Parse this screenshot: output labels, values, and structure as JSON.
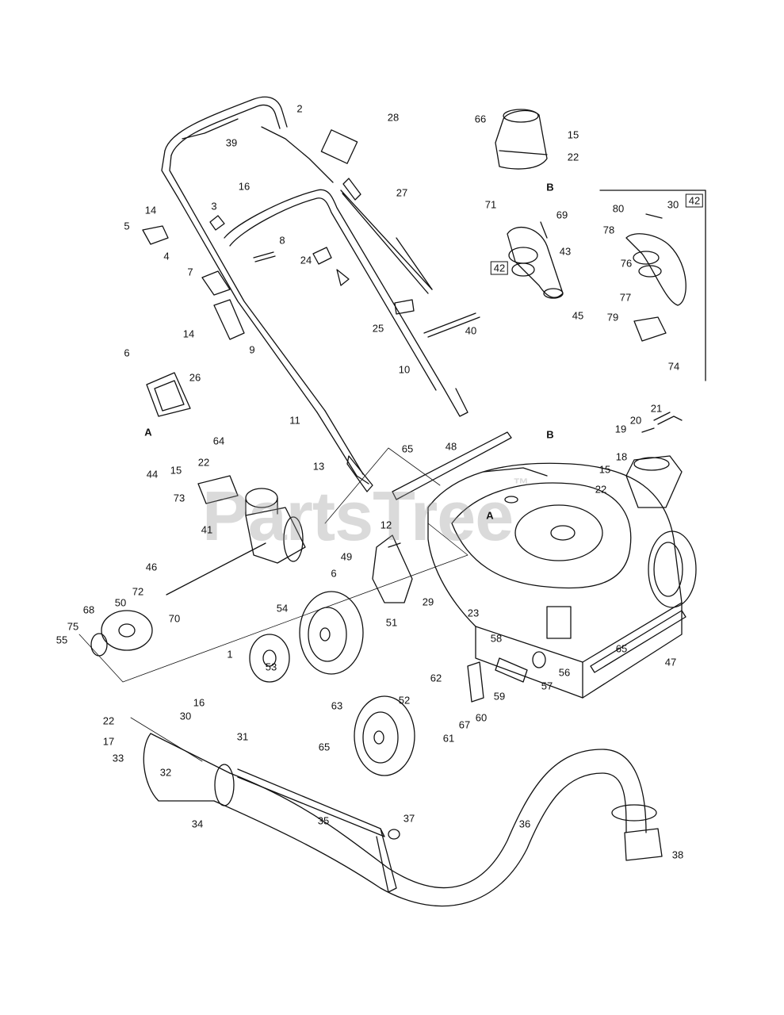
{
  "watermark": {
    "text": "PartsTree",
    "mark": "™"
  },
  "callouts": [
    {
      "id": "n2",
      "text": "2"
    },
    {
      "id": "n39",
      "text": "39"
    },
    {
      "id": "n28",
      "text": "28"
    },
    {
      "id": "n66",
      "text": "66"
    },
    {
      "id": "n15a",
      "text": "15"
    },
    {
      "id": "n22a",
      "text": "22"
    },
    {
      "id": "nBtop",
      "text": "B"
    },
    {
      "id": "n16a",
      "text": "16"
    },
    {
      "id": "n27",
      "text": "27"
    },
    {
      "id": "n71",
      "text": "71"
    },
    {
      "id": "n69",
      "text": "69"
    },
    {
      "id": "n30a",
      "text": "30"
    },
    {
      "id": "n42b",
      "text": "42"
    },
    {
      "id": "n80",
      "text": "80"
    },
    {
      "id": "n14a",
      "text": "14"
    },
    {
      "id": "n3",
      "text": "3"
    },
    {
      "id": "n5",
      "text": "5"
    },
    {
      "id": "n4",
      "text": "4"
    },
    {
      "id": "n8",
      "text": "8"
    },
    {
      "id": "n24",
      "text": "24"
    },
    {
      "id": "n43",
      "text": "43"
    },
    {
      "id": "n78",
      "text": "78"
    },
    {
      "id": "n76",
      "text": "76"
    },
    {
      "id": "n42a",
      "text": "42"
    },
    {
      "id": "n7",
      "text": "7"
    },
    {
      "id": "n77",
      "text": "77"
    },
    {
      "id": "n45",
      "text": "45"
    },
    {
      "id": "n25",
      "text": "25"
    },
    {
      "id": "n40",
      "text": "40"
    },
    {
      "id": "n79",
      "text": "79"
    },
    {
      "id": "n14b",
      "text": "14"
    },
    {
      "id": "n9",
      "text": "9"
    },
    {
      "id": "n6a",
      "text": "6"
    },
    {
      "id": "n10",
      "text": "10"
    },
    {
      "id": "n74",
      "text": "74"
    },
    {
      "id": "n26",
      "text": "26"
    },
    {
      "id": "nA1",
      "text": "A"
    },
    {
      "id": "n11",
      "text": "11"
    },
    {
      "id": "n21",
      "text": "21"
    },
    {
      "id": "n20",
      "text": "20"
    },
    {
      "id": "n19",
      "text": "19"
    },
    {
      "id": "nB2",
      "text": "B"
    },
    {
      "id": "n64",
      "text": "64"
    },
    {
      "id": "n48",
      "text": "48"
    },
    {
      "id": "n65a",
      "text": "65"
    },
    {
      "id": "n18",
      "text": "18"
    },
    {
      "id": "n13",
      "text": "13"
    },
    {
      "id": "n15b",
      "text": "15"
    },
    {
      "id": "n22b",
      "text": "22"
    },
    {
      "id": "n44",
      "text": "44"
    },
    {
      "id": "n15c",
      "text": "15"
    },
    {
      "id": "n22c",
      "text": "22"
    },
    {
      "id": "n73",
      "text": "73"
    },
    {
      "id": "nA2",
      "text": "A"
    },
    {
      "id": "n12",
      "text": "12"
    },
    {
      "id": "n41",
      "text": "41"
    },
    {
      "id": "n49",
      "text": "49"
    },
    {
      "id": "n46",
      "text": "46"
    },
    {
      "id": "n6b",
      "text": "6"
    },
    {
      "id": "n29",
      "text": "29"
    },
    {
      "id": "n72",
      "text": "72"
    },
    {
      "id": "n50",
      "text": "50"
    },
    {
      "id": "n70",
      "text": "70"
    },
    {
      "id": "n54",
      "text": "54"
    },
    {
      "id": "n51",
      "text": "51"
    },
    {
      "id": "n23",
      "text": "23"
    },
    {
      "id": "n68",
      "text": "68"
    },
    {
      "id": "n75",
      "text": "75"
    },
    {
      "id": "n55",
      "text": "55"
    },
    {
      "id": "n1",
      "text": "1"
    },
    {
      "id": "n53",
      "text": "53"
    },
    {
      "id": "n58",
      "text": "58"
    },
    {
      "id": "n65b",
      "text": "65"
    },
    {
      "id": "n47",
      "text": "47"
    },
    {
      "id": "n62",
      "text": "62"
    },
    {
      "id": "n56",
      "text": "56"
    },
    {
      "id": "n57",
      "text": "57"
    },
    {
      "id": "n59",
      "text": "59"
    },
    {
      "id": "n16b",
      "text": "16"
    },
    {
      "id": "n52",
      "text": "52"
    },
    {
      "id": "n63",
      "text": "63"
    },
    {
      "id": "n30b",
      "text": "30"
    },
    {
      "id": "n60",
      "text": "60"
    },
    {
      "id": "n22d",
      "text": "22"
    },
    {
      "id": "n31",
      "text": "31"
    },
    {
      "id": "n67",
      "text": "67"
    },
    {
      "id": "n17",
      "text": "17"
    },
    {
      "id": "n61",
      "text": "61"
    },
    {
      "id": "n33",
      "text": "33"
    },
    {
      "id": "n65c",
      "text": "65"
    },
    {
      "id": "n32",
      "text": "32"
    },
    {
      "id": "n37",
      "text": "37"
    },
    {
      "id": "n35",
      "text": "35"
    },
    {
      "id": "n36",
      "text": "36"
    },
    {
      "id": "n34",
      "text": "34"
    },
    {
      "id": "n38",
      "text": "38"
    }
  ]
}
